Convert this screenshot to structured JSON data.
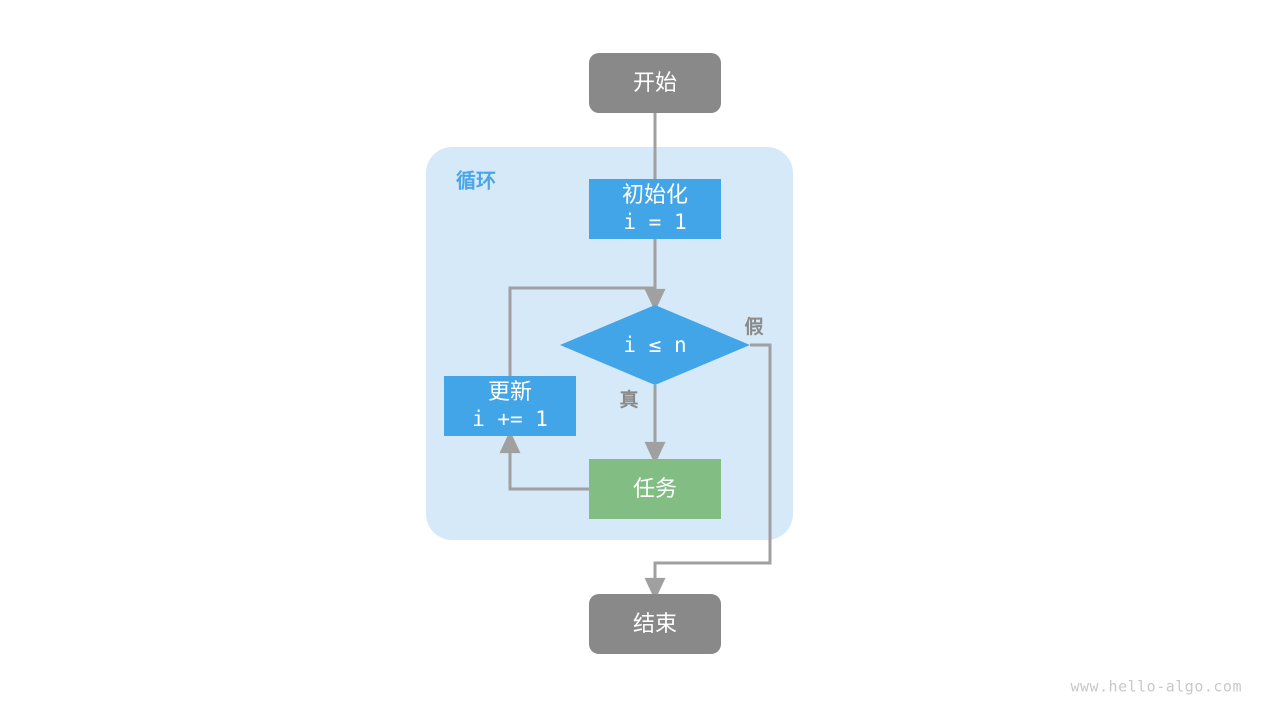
{
  "diagram": {
    "title": "for-loop-flowchart",
    "colors": {
      "terminal": "#898989",
      "process": "#42A5E8",
      "task": "#82BE84",
      "group_background": "#D6E9F8",
      "edge": "#A0A0A0",
      "label_text": "#8A8A8A",
      "group_label_text": "#4BA6E8",
      "node_text": "#ffffff",
      "watermark": "#C8C8C8",
      "page_background": "#ffffff"
    },
    "nodes": {
      "start": {
        "label": "开始",
        "shape": "rounded-rectangle",
        "color": "#898989"
      },
      "init": {
        "label": "初始化",
        "code": "i = 1",
        "shape": "rectangle",
        "color": "#42A5E8"
      },
      "condition": {
        "label": "i ≤ n",
        "shape": "diamond",
        "color": "#42A5E8"
      },
      "update": {
        "label": "更新",
        "code": "i += 1",
        "shape": "rectangle",
        "color": "#42A5E8"
      },
      "task": {
        "label": "任务",
        "shape": "rectangle",
        "color": "#82BE84"
      },
      "end": {
        "label": "结束",
        "shape": "rounded-rectangle",
        "color": "#898989"
      }
    },
    "group": {
      "label": "循环"
    },
    "edge_labels": {
      "true_branch": "真",
      "false_branch": "假"
    },
    "watermark": "www.hello-algo.com"
  }
}
